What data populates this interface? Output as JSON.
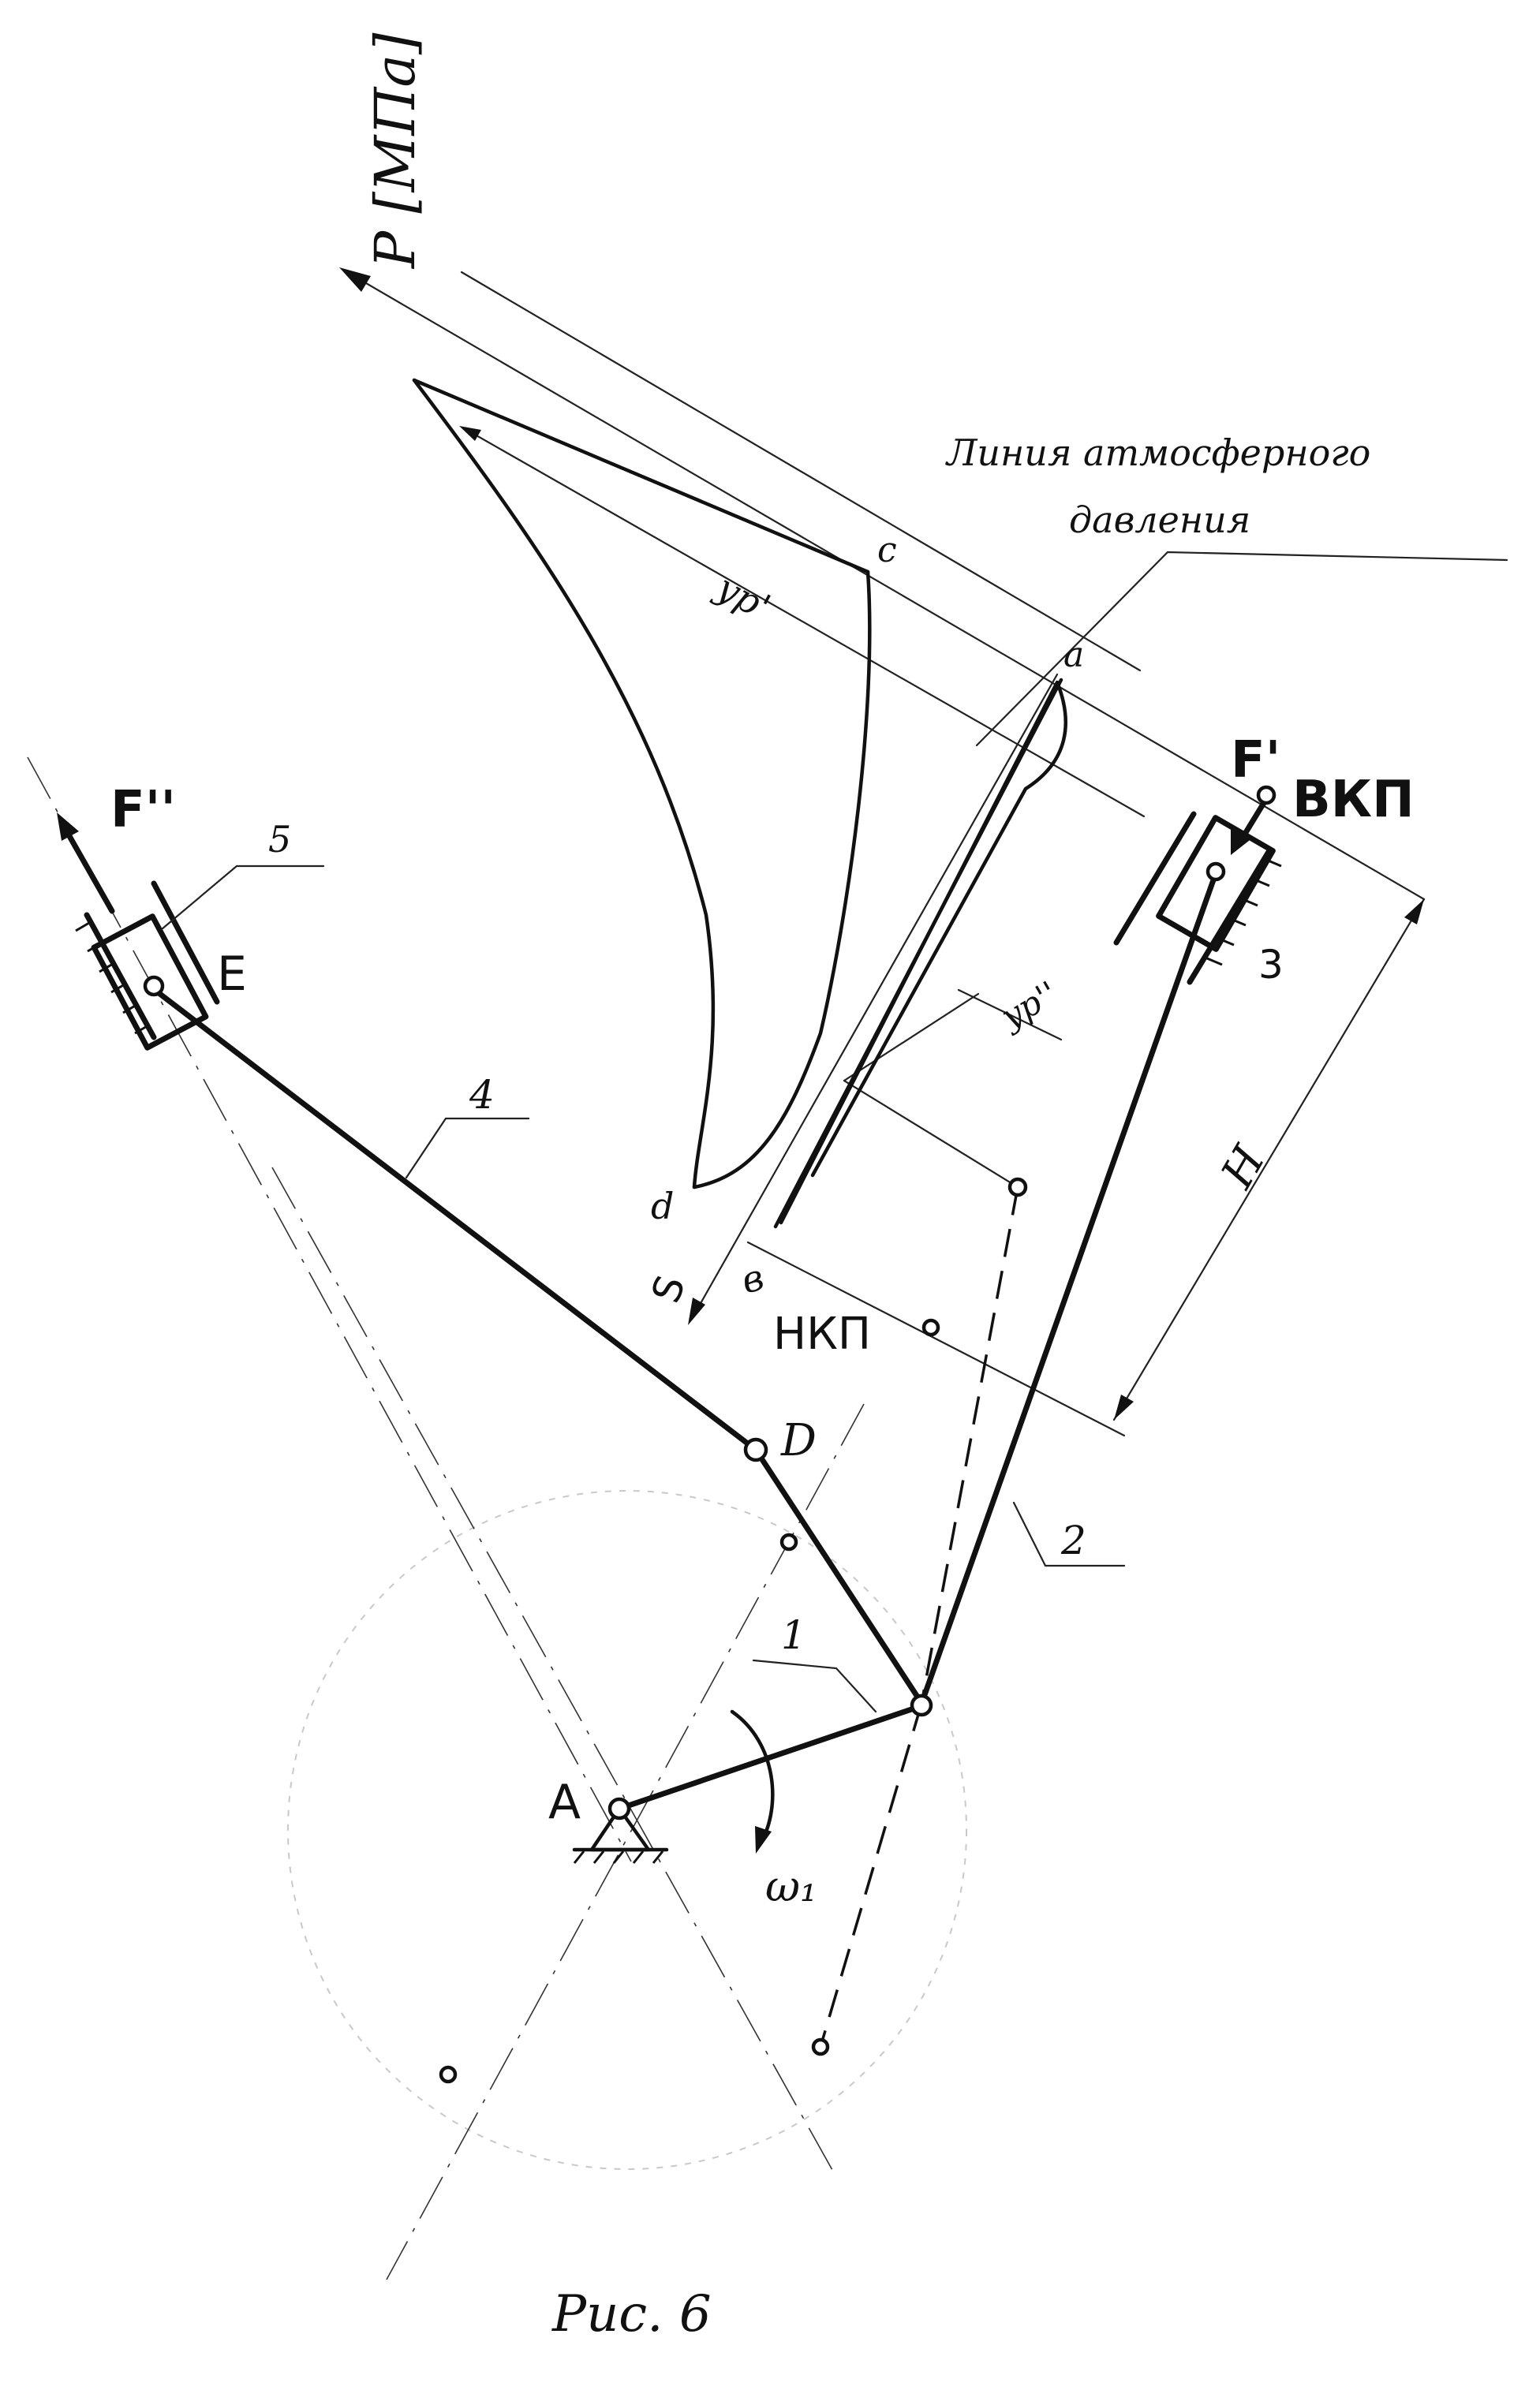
{
  "labels": {
    "p_axis": "P [МПа]",
    "s_axis": "S",
    "atm_line_1": "Линия атмосферного",
    "atm_line_2": "давления",
    "point_a": "a",
    "point_b": "в",
    "point_c": "c",
    "point_d": "d",
    "yp1": "yp'",
    "yp2": "yp''",
    "f1": "F'",
    "f2": "F''",
    "vkp": "ВКП",
    "nkp": "НКП",
    "h": "H",
    "joint_a": "A",
    "joint_d": "D",
    "joint_e": "E",
    "link_1": "1",
    "link_2": "2",
    "link_3": "3",
    "link_4": "4",
    "link_5": "5",
    "omega": "ω₁",
    "caption": "Рис. 6"
  }
}
